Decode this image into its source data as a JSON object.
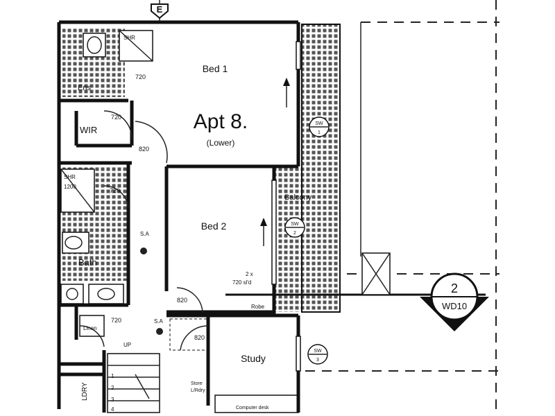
{
  "labels": {
    "grid_marker": "E",
    "bed1": "Bed 1",
    "apartment": "Apt 8.",
    "level": "(Lower)",
    "ensuite": "Ens",
    "wir": "WIR",
    "bed2": "Bed 2",
    "balcony": "Balcony",
    "bath": "Bath",
    "study": "Study",
    "robe": "Robe",
    "store": "Store",
    "linen": "L/Rdry",
    "computer_desk": "Computer desk",
    "linen_cupboard": "Linen",
    "ldry": "LDRY",
    "shower_top": "SHR",
    "shower_mid": "1200",
    "shower_mid2": "SHR",
    "up": "UP"
  },
  "door_tags": {
    "d1": "720",
    "d2": "720",
    "d3": "820",
    "d4": "720",
    "d5": "820",
    "d6": "720",
    "d7": "820"
  },
  "window_tags": {
    "sw1_top": "SW",
    "sw1_bot": "1",
    "sw2_top": "SW",
    "sw2_bot": "2",
    "sw3_top": "SW",
    "sw3_bot": "3"
  },
  "notes": {
    "sliding": "2 x",
    "sliding2": "720 sl'd",
    "smoke1": "S.A",
    "smoke2": "S.A"
  },
  "section_marker": {
    "number": "2",
    "sheet": "WD10"
  },
  "stairs": [
    "1",
    "2",
    "3",
    "4"
  ]
}
